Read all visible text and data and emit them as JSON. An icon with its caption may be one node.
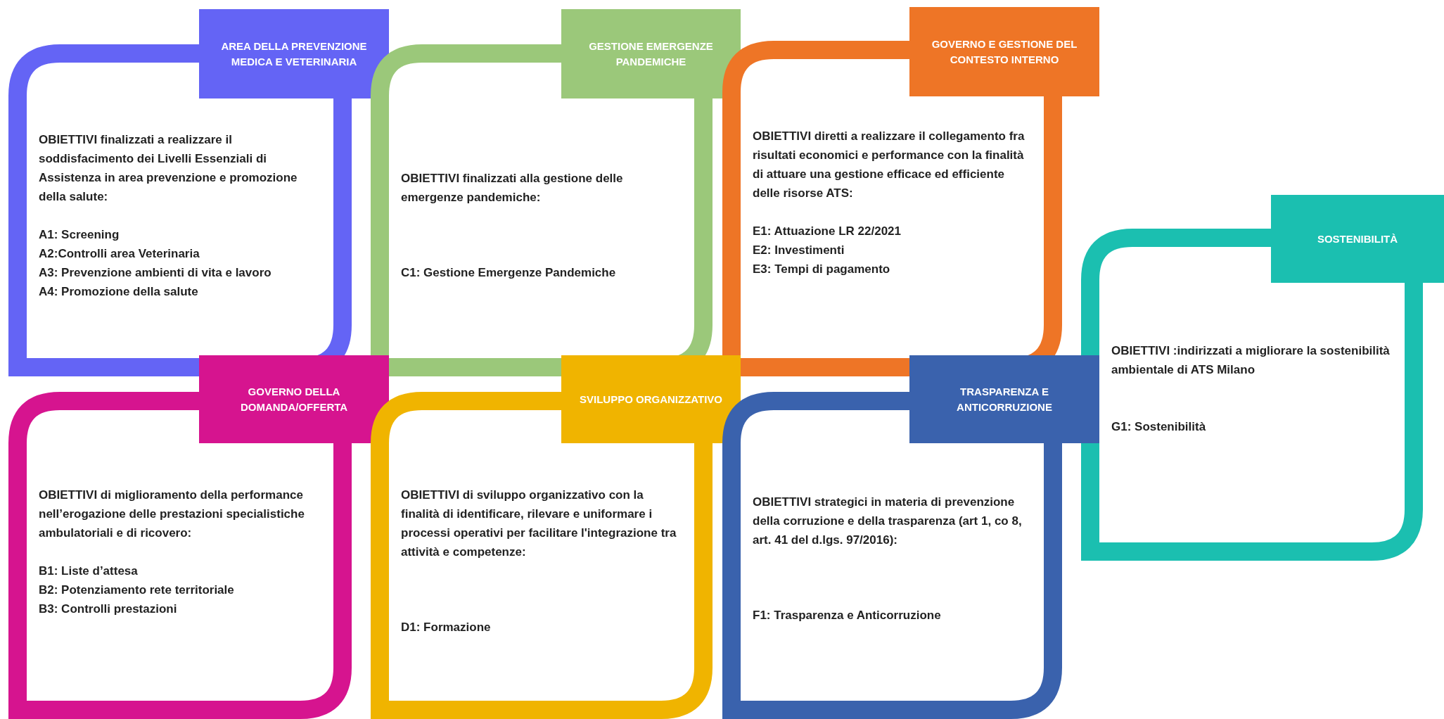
{
  "diagram": {
    "nodes": [
      {
        "text": [
          "AREA DELLA PREVENZIONE MEDICA E VETERINARIA",
          "OBIETTIVI finalizzati a realizzare il soddisfacimento dei Livelli Essenziali di Assistenza in area prevenzione e promozione della salute:",
          "A1: Screening",
          "A2:Controlli area Veterinaria",
          "A3: Prevenzione ambienti di vita e lavoro",
          "A4: Promozione della salute"
        ]
      },
      {
        "text": [
          "GESTIONE EMERGENZE PANDEMICHE",
          "OBIETTIVI finalizzati alla gestione delle emergenze pandemiche:",
          "C1: Gestione Emergenze Pandemiche"
        ]
      },
      {
        "text": [
          "GOVERNO E GESTIONE DEL CONTESTO INTERNO",
          "OBIETTIVI diretti a realizzare il collegamento fra risultati economici e performance con la finalità di attuare una gestione efficace ed efficiente delle risorse ATS:",
          "E1: Attuazione LR 22/2021",
          "E2: Investimenti",
          "E3: Tempi di pagamento"
        ]
      },
      {
        "text": [
          "SOSTENIBILITÀ",
          "OBIETTIVI :indirizzati a migliorare la sostenibilità ambientale di ATS Milano",
          "G1: Sostenibilità"
        ]
      },
      {
        "text": [
          "GOVERNO DELLA DOMANDA/OFFERTA",
          "OBIETTIVI di miglioramento della performance nell’erogazione delle prestazioni specialistiche ambulatoriali e di ricovero:",
          "B1: Liste d’attesa",
          "B2: Potenziamento rete territoriale",
          "B3: Controlli prestazioni"
        ]
      },
      {
        "text": [
          "SVILUPPO ORGANIZZATIVO",
          "OBIETTIVI di sviluppo organizzativo con la finalità di identificare, rilevare e uniformare i processi operativi per facilitare l'integrazione tra attività e competenze:",
          "D1: Formazione"
        ]
      },
      {
        "text": [
          "TRASPARENZA E ANTICORRUZIONE",
          "OBIETTIVI strategici in materia di prevenzione della corruzione e della trasparenza (art 1, co 8, art. 41 del d.lgs. 97/2016):",
          "F1: Trasparenza e Anticorruzione"
        ]
      }
    ]
  }
}
